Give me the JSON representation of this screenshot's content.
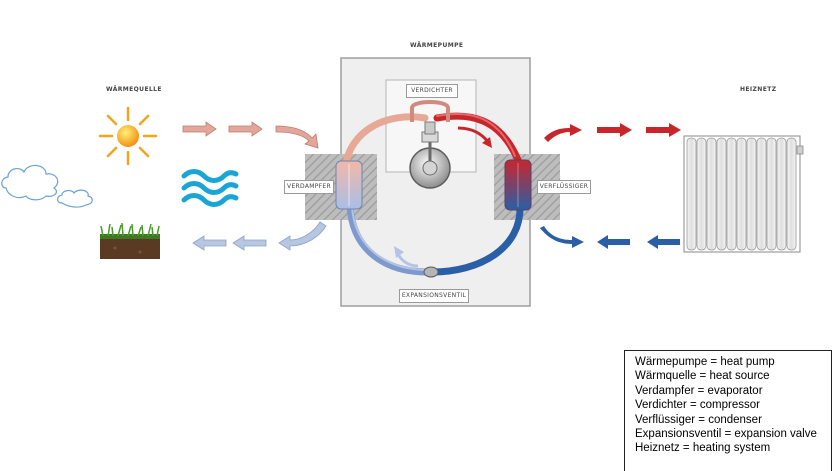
{
  "labels": {
    "heat_pump": "WÄRMEPUMPE",
    "heat_source": "WÄRMEQUELLE",
    "heating_system": "HEIZNETZ",
    "compressor": "VERDICHTER",
    "evaporator": "VERDAMPFER",
    "condenser": "VERFLÜSSIGER",
    "expansion_valve": "EXPANSIONSVENTIL"
  },
  "legend": [
    "Wärmepumpe = heat pump",
    "Wärmquelle = heat source",
    "Verdampfer = evaporator",
    "Verdichter = compressor",
    "Verflüssiger = condenser",
    "Expansionsventil = expansion valve",
    "Heiznetz = heating system"
  ],
  "colors": {
    "hot": "#c9262c",
    "cold": "#2a5fa8",
    "warm_arrow": "#e2a79a",
    "cool_arrow": "#b7c7e2",
    "sun": "#f2a51d",
    "wave": "#1aa6d4",
    "cloud": "#6aa4d6",
    "soil": "#5a3a22",
    "grass": "#4a9a2a"
  }
}
